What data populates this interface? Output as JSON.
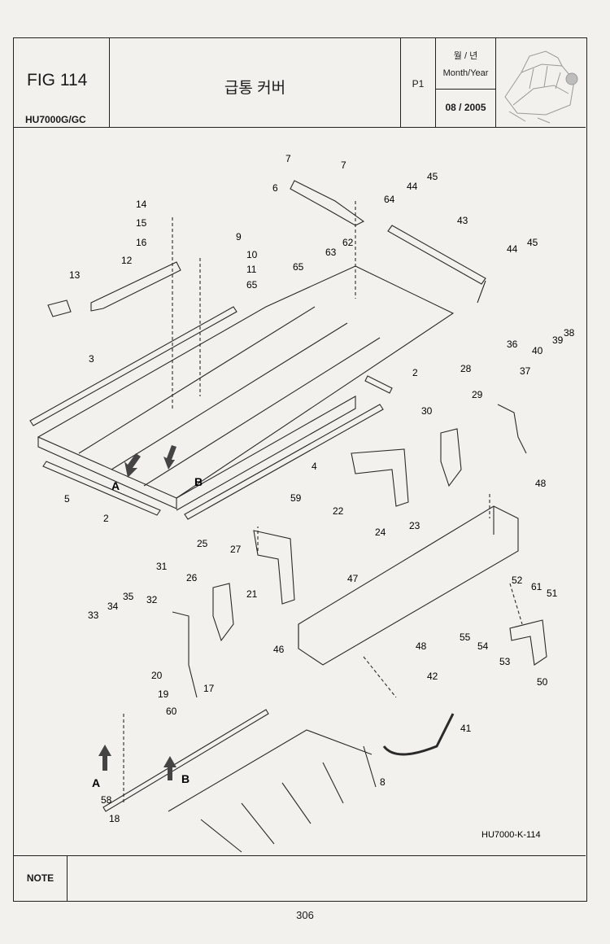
{
  "header": {
    "fig": "FIG 114",
    "model": "HU7000G/GC",
    "title_kr": "급통 커버",
    "page": "P1",
    "date_label_kr": "월 / 년",
    "date_label_en": "Month/Year",
    "date": "08 / 2005"
  },
  "diagram": {
    "drawing_code": "HU7000-K-114",
    "view_marks": [
      "A",
      "B"
    ],
    "part_numbers": [
      "2",
      "3",
      "4",
      "5",
      "6",
      "7",
      "8",
      "9",
      "10",
      "11",
      "12",
      "13",
      "14",
      "15",
      "16",
      "17",
      "18",
      "19",
      "20",
      "21",
      "22",
      "23",
      "24",
      "25",
      "26",
      "27",
      "28",
      "29",
      "30",
      "31",
      "32",
      "33",
      "34",
      "35",
      "36",
      "37",
      "38",
      "39",
      "40",
      "41",
      "42",
      "43",
      "44",
      "45",
      "46",
      "47",
      "48",
      "50",
      "51",
      "52",
      "53",
      "54",
      "55",
      "58",
      "59",
      "60",
      "61",
      "62",
      "63",
      "64",
      "65"
    ]
  },
  "footer": {
    "note_label": "NOTE",
    "page_number": "306"
  }
}
